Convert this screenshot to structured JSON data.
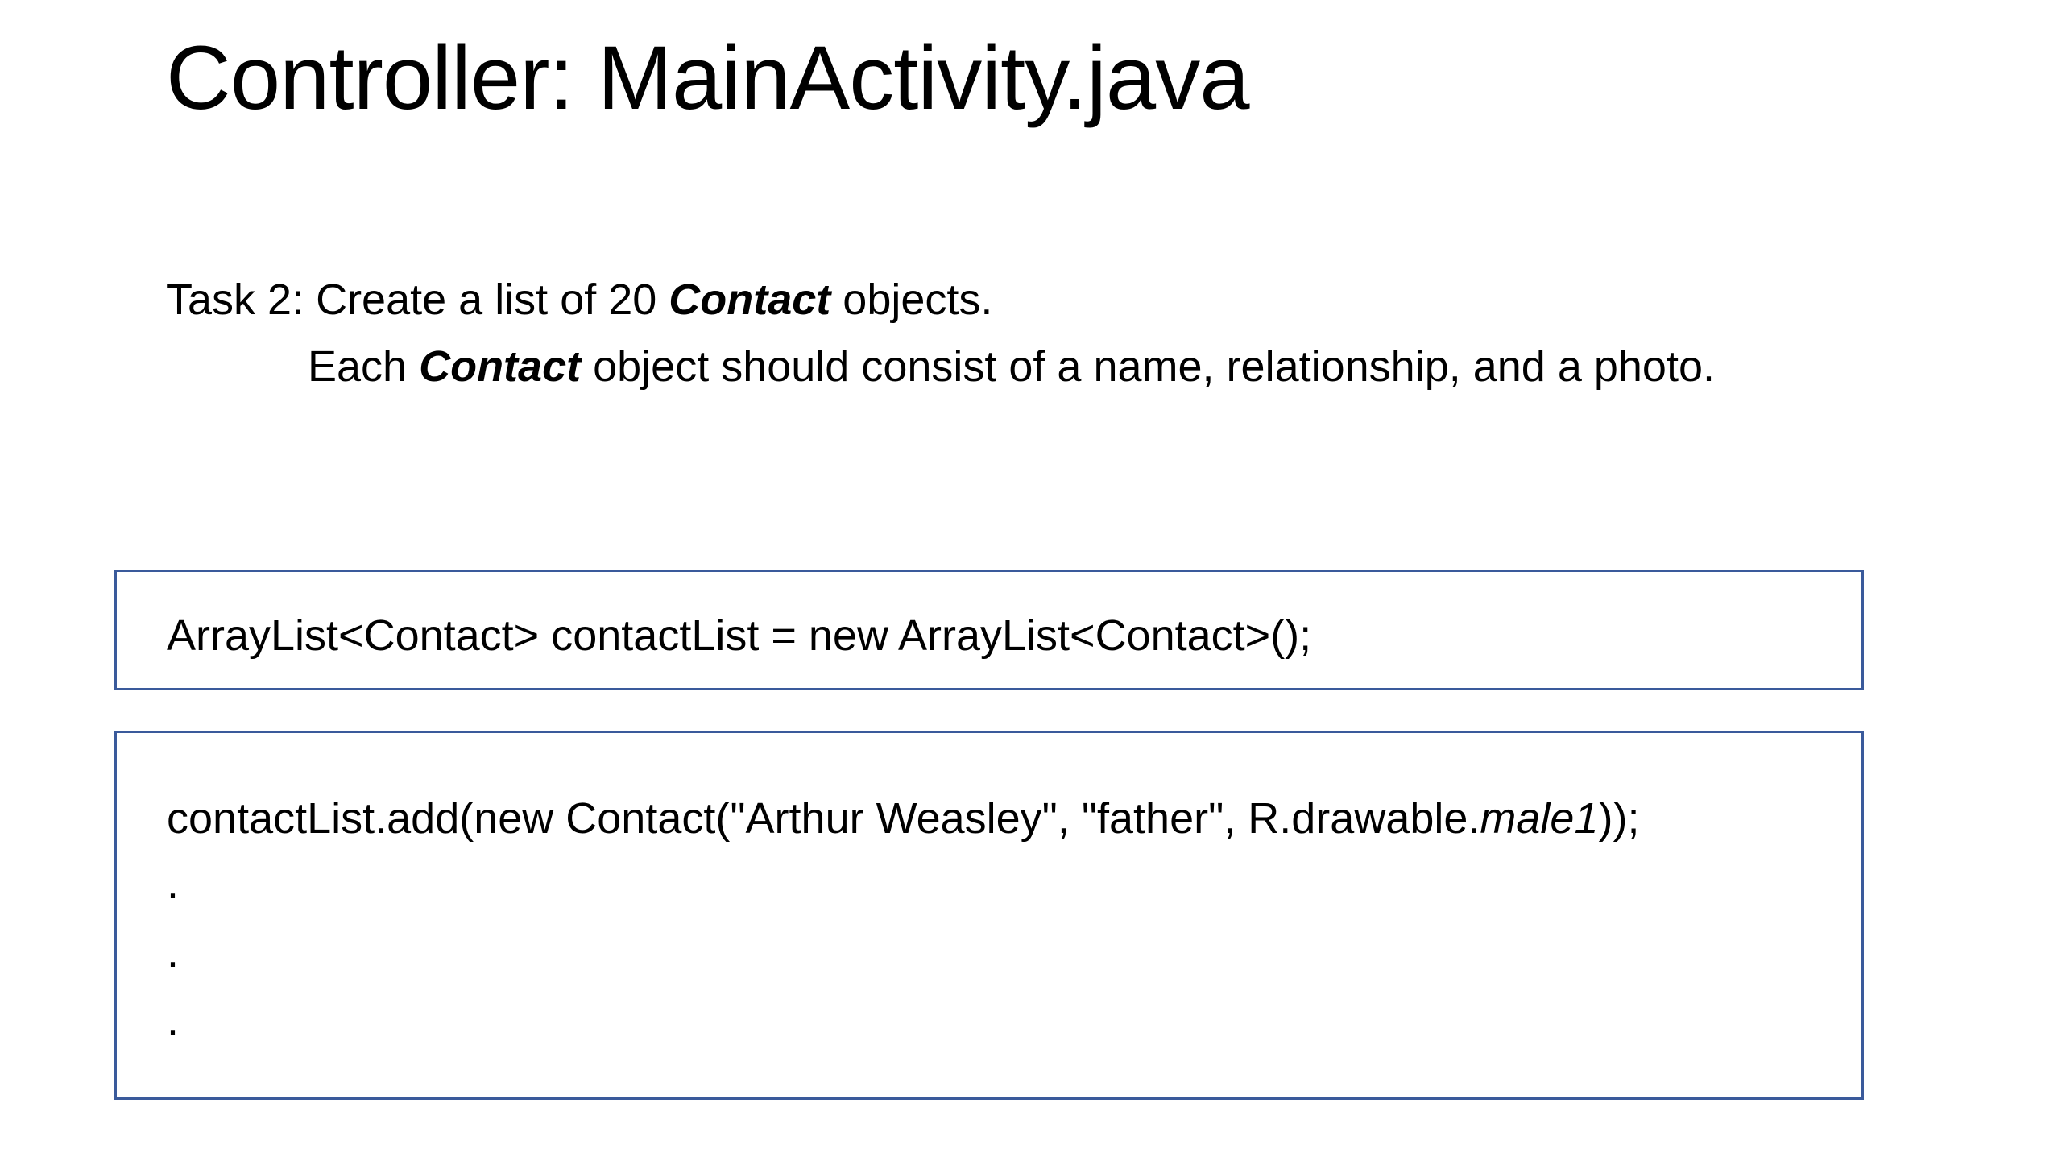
{
  "slide": {
    "title": "Controller: MainActivity.java",
    "task": {
      "line1_prefix": "Task 2: Create a list of 20 ",
      "line1_emph": "Contact",
      "line1_suffix": " objects.",
      "line2_prefix": "Each ",
      "line2_emph": "Contact",
      "line2_suffix": " object should consist of a name, relationship, and a photo."
    },
    "code_box_1": {
      "line": "ArrayList<Contact> contactList = new ArrayList<Contact>();"
    },
    "code_box_2": {
      "line_prefix": "contactList.add(new Contact(\"Arthur Weasley\", \"father\", R.drawable.",
      "line_italic": "male1",
      "line_suffix": "));",
      "dots": [
        ".",
        ".",
        "."
      ]
    },
    "colors": {
      "box_border": "#3a5a9b",
      "text": "#000000",
      "background": "#ffffff"
    }
  }
}
